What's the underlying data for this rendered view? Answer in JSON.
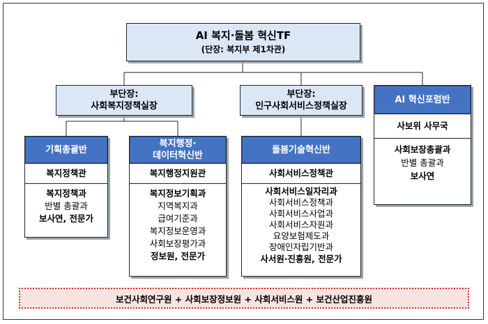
{
  "title": {
    "main": "AI 복지·돌봄 혁신TF",
    "sub": "(단장: 복지부 제1차관)"
  },
  "deputies": [
    {
      "label": "부단장:",
      "name": "사회복지정책실장"
    },
    {
      "label": "부단장:",
      "name": "인구사회서비스정책실장"
    }
  ],
  "teams": [
    {
      "name": [
        "기획총괄반"
      ],
      "lead": "복지정책관",
      "members": [
        {
          "text": "복지정책과",
          "bold": true
        },
        {
          "text": "반별 총괄과",
          "bold": false
        },
        {
          "text": "보사연, 전문가",
          "bold": true
        }
      ]
    },
    {
      "name": [
        "복지행정·",
        "데이터혁신반"
      ],
      "lead": "복지행정지원관",
      "members": [
        {
          "text": "복지정보기획과",
          "bold": true
        },
        {
          "text": "지역복지과",
          "bold": false
        },
        {
          "text": "급여기준과",
          "bold": false
        },
        {
          "text": "복지정보운영과",
          "bold": false
        },
        {
          "text": "사회보장평가과",
          "bold": false
        },
        {
          "text": "정보원, 전문가",
          "bold": true
        }
      ]
    },
    {
      "name": [
        "돌봄기술혁신반"
      ],
      "lead": "사회서비스정책관",
      "members": [
        {
          "text": "사회서비스일자리과",
          "bold": true
        },
        {
          "text": "사회서비스정책과",
          "bold": false
        },
        {
          "text": "사회서비스사업과",
          "bold": false
        },
        {
          "text": "사회서비스자원과",
          "bold": false
        },
        {
          "text": "요양보험제도과",
          "bold": false
        },
        {
          "text": "장애인자립기반과",
          "bold": false
        },
        {
          "text": "사서원·진흥원, 전문가",
          "bold": true
        }
      ]
    },
    {
      "name": [
        "AI 혁신포럼반"
      ],
      "lead": "사보위 사무국",
      "members": [
        {
          "text": "사회보장총괄과",
          "bold": true
        },
        {
          "text": "반별 총괄과",
          "bold": false
        },
        {
          "text": "보사연",
          "bold": true
        }
      ]
    }
  ],
  "bottom_banner": "보건사회연구원 + 사회보장정보원 + 사회서비스원 + 보건산업진흥원"
}
